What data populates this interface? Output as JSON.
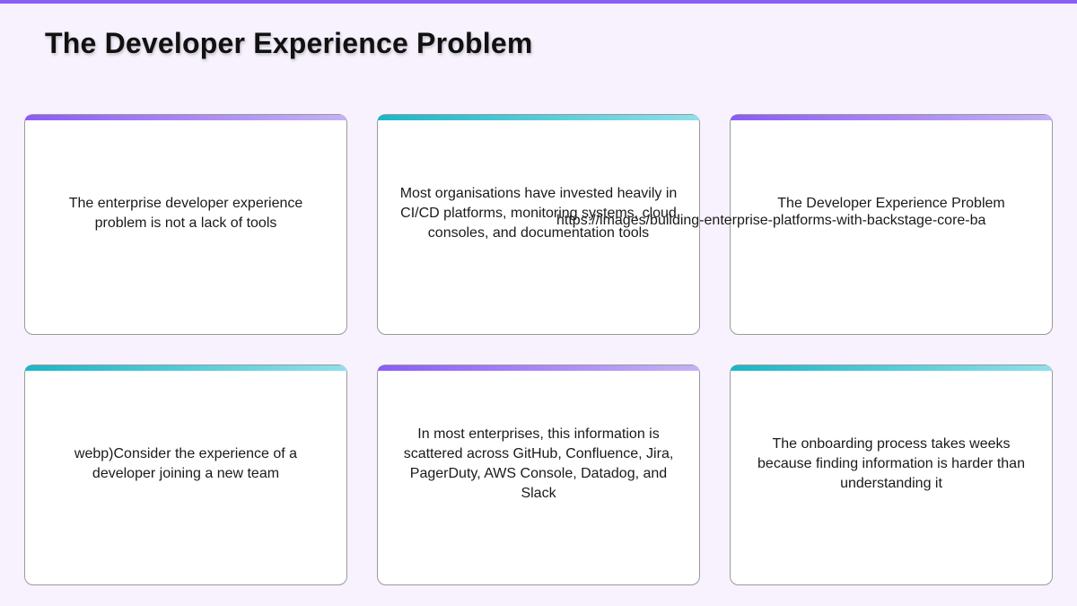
{
  "slide": {
    "title": "The Developer Experience Problem",
    "colors": {
      "top_bar": "#8b5cf6",
      "background": "#f7f2fd",
      "accent_purple": "#8b5cf6",
      "accent_teal": "#1bb5c7"
    },
    "cards": [
      {
        "accent": "purple",
        "text": "The enterprise developer experience problem is not a lack of tools"
      },
      {
        "accent": "teal",
        "text": "Most organisations have invested heavily in CI/CD platforms, monitoring systems, cloud consoles, and documentation tools"
      },
      {
        "accent": "purple",
        "text": "The Developer Experience Problem"
      },
      {
        "accent": "teal",
        "text": "webp)Consider the experience of a developer joining a new team"
      },
      {
        "accent": "purple",
        "text": "In most enterprises, this information is scattered across GitHub, Confluence, Jira, PagerDuty, AWS Console, Datadog, and Slack"
      },
      {
        "accent": "teal",
        "text": "The onboarding process takes weeks because finding information is harder than understanding it"
      }
    ],
    "overflow_text": "https://images/building-enterprise-platforms-with-backstage-core-ba"
  }
}
